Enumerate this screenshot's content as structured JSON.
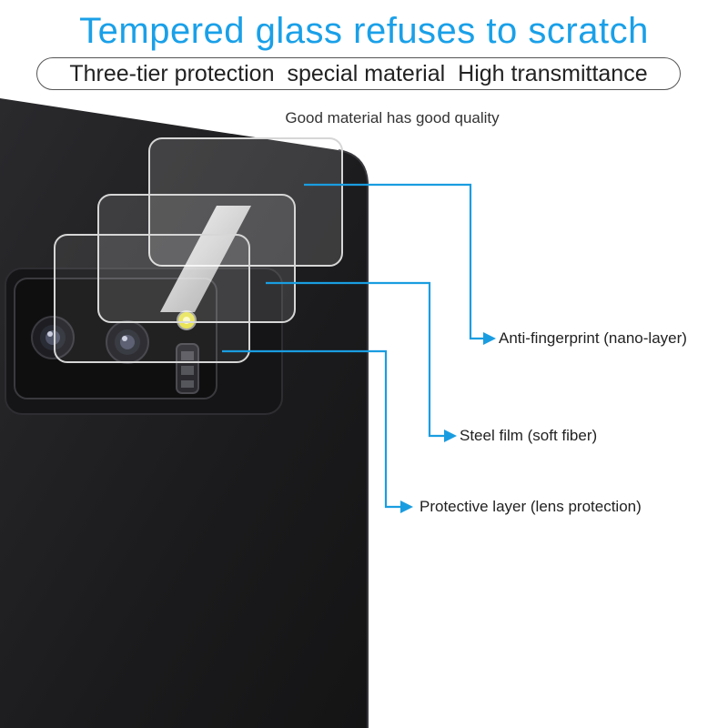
{
  "header": {
    "title": "Tempered glass refuses to scratch",
    "features": [
      "Three-tier protection",
      "special material",
      "High transmittance"
    ],
    "subtitle": "Good material has good quality"
  },
  "callouts": [
    {
      "label": "Anti-fingerprint (nano-layer)"
    },
    {
      "label": "Steel film (soft fiber)"
    },
    {
      "label": "Protective layer (lens protection)"
    }
  ],
  "colors": {
    "accent": "#1aa0e8",
    "phone_body": "#1c1c1e",
    "callout_line": "#1a9de0"
  }
}
